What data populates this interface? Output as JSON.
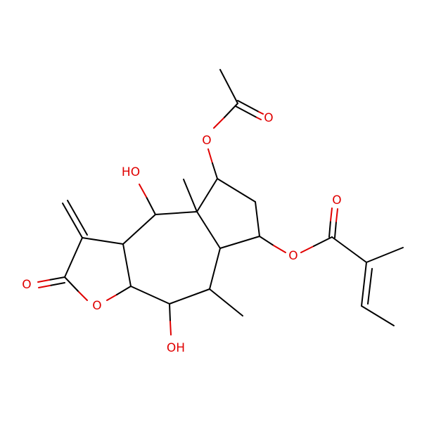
{
  "labels": {
    "o_acetyl_carbonyl": "O",
    "o_acetyl_ester": "O",
    "oh_top": "HO",
    "o_angelate_carbonyl": "O",
    "o_angelate_ester": "O",
    "o_lactone_carbonyl": "O",
    "o_lactone_ring": "O",
    "oh_bottom": "OH"
  },
  "colors": {
    "bond": "#000000",
    "heteroatom": "#e00000",
    "background": "#ffffff"
  }
}
